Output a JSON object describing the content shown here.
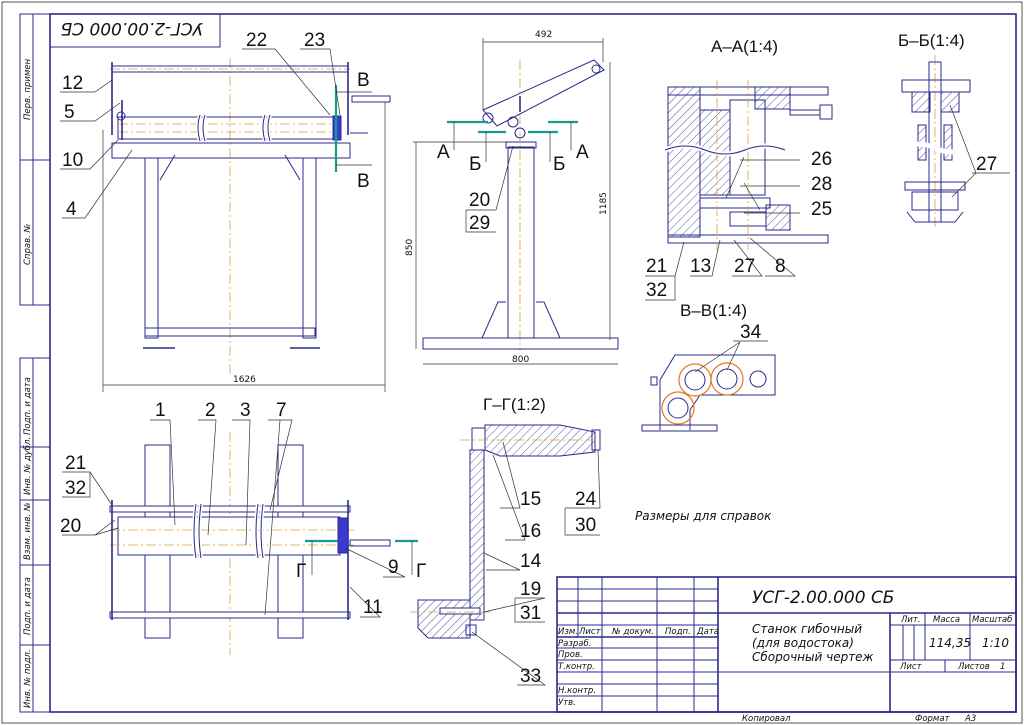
{
  "drawing": {
    "designation": "УСГ-2.00.000 СБ",
    "designation_rotated": "УСГ-2.00.000 СБ",
    "note": "Размеры для справок",
    "colors": {
      "line": "#2a2a8c",
      "centerline": "#e0a040",
      "section": "#1a9a8a",
      "gear": "#e07a20"
    }
  },
  "side_strip": {
    "top": [
      "Перв. примен",
      "Справ. №"
    ],
    "bottom": [
      "Подп. и дата",
      "Инв. № дубл.",
      "Взам. инв. №",
      "Подп. и дата",
      "Инв. № подл."
    ]
  },
  "views": {
    "aa": "А–А(1:4)",
    "bb": "Б–Б(1:4)",
    "vv": "В–В(1:4)",
    "gg": "Г–Г(1:2)"
  },
  "dimensions": {
    "d492": "492",
    "d1185": "1185",
    "d850": "850",
    "d800": "800",
    "d1626": "1626"
  },
  "section_marks": {
    "a": "А",
    "b": "Б",
    "v": "В",
    "g": "Г"
  },
  "callouts": {
    "front": [
      "12",
      "5",
      "10",
      "4",
      "22",
      "23"
    ],
    "side": [
      "20",
      "29"
    ],
    "aa": [
      "26",
      "28",
      "25",
      "21",
      "32",
      "13",
      "27",
      "8"
    ],
    "bb": [
      "27"
    ],
    "vv": [
      "34"
    ],
    "plan": [
      "1",
      "2",
      "3",
      "7",
      "21",
      "32",
      "20",
      "9",
      "11"
    ],
    "gg": [
      "15",
      "16",
      "24",
      "30",
      "14",
      "19",
      "31",
      "33"
    ]
  },
  "title_block": {
    "headers": [
      "Изм.",
      "Лист",
      "№ докум.",
      "Подп.",
      "Дата"
    ],
    "roles": [
      "Разраб.",
      "Пров.",
      "Т.контр.",
      "Н.контр.",
      "Утв."
    ],
    "name_lines": [
      "Станок гибочный",
      "(для водостока)",
      "Сборочный чертеж"
    ],
    "lit_label": "Лит.",
    "mass_label": "Масса",
    "scale_label": "Масштаб",
    "mass": "114,35",
    "scale": "1:10",
    "sheet_label": "Лист",
    "sheets_label": "Листов",
    "sheets": "1",
    "copied": "Копировал",
    "format_label": "Формат",
    "format": "А3"
  }
}
